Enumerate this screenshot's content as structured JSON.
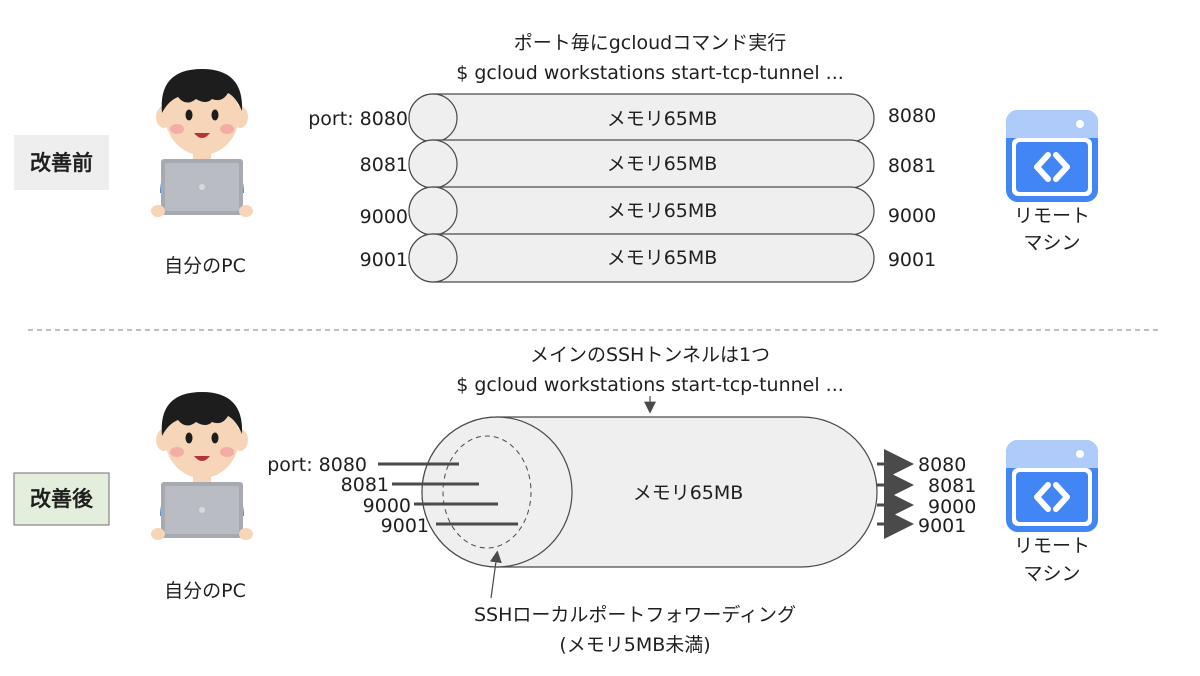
{
  "before": {
    "label": "改善前",
    "title_line1": "ポート毎にgcloudコマンド実行",
    "title_line2": "$ gcloud workstations start-tcp-tunnel ...",
    "pc_label": "自分のPC",
    "remote_label_line1": "リモート",
    "remote_label_line2": "マシン",
    "tunnels": [
      {
        "local": "port: 8080",
        "memory": "メモリ65MB",
        "remote": "8080"
      },
      {
        "local": "8081",
        "memory": "メモリ65MB",
        "remote": "8081"
      },
      {
        "local": "9000",
        "memory": "メモリ65MB",
        "remote": "9000"
      },
      {
        "local": "9001",
        "memory": "メモリ65MB",
        "remote": "9001"
      }
    ]
  },
  "after": {
    "label": "改善後",
    "title_line1": "メインのSSHトンネルは1つ",
    "title_line2": "$ gcloud workstations start-tcp-tunnel ...",
    "memory": "メモリ65MB",
    "pc_label": "自分のPC",
    "remote_label_line1": "リモート",
    "remote_label_line2": "マシン",
    "local_ports": [
      "port: 8080",
      "8081",
      "9000",
      "9001"
    ],
    "remote_ports": [
      "8080",
      "8081",
      "9000",
      "9001"
    ],
    "ssh_label_line1": "SSHローカルポートフォワーディング",
    "ssh_label_line2": "(メモリ5MB未満)"
  },
  "colors": {
    "tunnel_fill": "#efefef",
    "stroke": "#4a4a4a",
    "before_badge": "#eeeeee",
    "after_badge": "#e3efdc",
    "after_badge_border": "#6f6f6f",
    "icon_blue": "#4285f4",
    "icon_light_blue": "#aecbfa",
    "divider": "#808080"
  }
}
